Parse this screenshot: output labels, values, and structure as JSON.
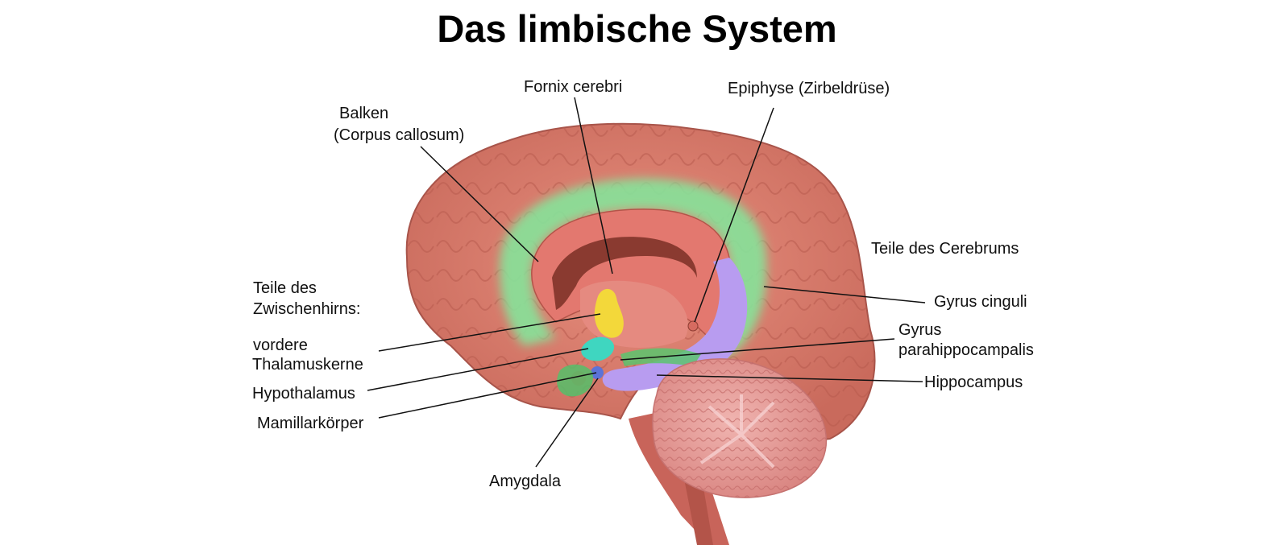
{
  "title": "Das limbische System",
  "labels": {
    "fornix": "Fornix cerebri",
    "epiphyse": "Epiphyse (Zirbeldrüse)",
    "balken_1": "Balken",
    "balken_2": "(Corpus callosum)",
    "teile_cerebrum": "Teile des Cerebrums",
    "teile_zwischenhirn_1": "Teile des",
    "teile_zwischenhirn_2": "Zwischenhirns:",
    "gyrus_cinguli": "Gyrus cinguli",
    "gyrus_para_1": "Gyrus",
    "gyrus_para_2": "parahippocampalis",
    "vordere_1": "vordere",
    "vordere_2": "Thalamuskerne",
    "hippocampus": "Hippocampus",
    "hypothalamus": "Hypothalamus",
    "mamillarkoerper": "Mamillarkörper",
    "amygdala": "Amygdala"
  },
  "colors": {
    "cortex": "#d9776a",
    "cortex_dark": "#b85a4f",
    "gyrus_cinguli": "#86e39a",
    "inner": "#e3786f",
    "fornix": "#8a3a30",
    "thalamus": "#f3d83a",
    "hypothalamus": "#3fd6c0",
    "hippocampus": "#b89cf0",
    "mamillarkoerper": "#5b73d8",
    "amygdala": "#e0504a",
    "cerebellum": "#e7a0a0",
    "brainstem": "#c8645a",
    "leader": "#111111"
  }
}
